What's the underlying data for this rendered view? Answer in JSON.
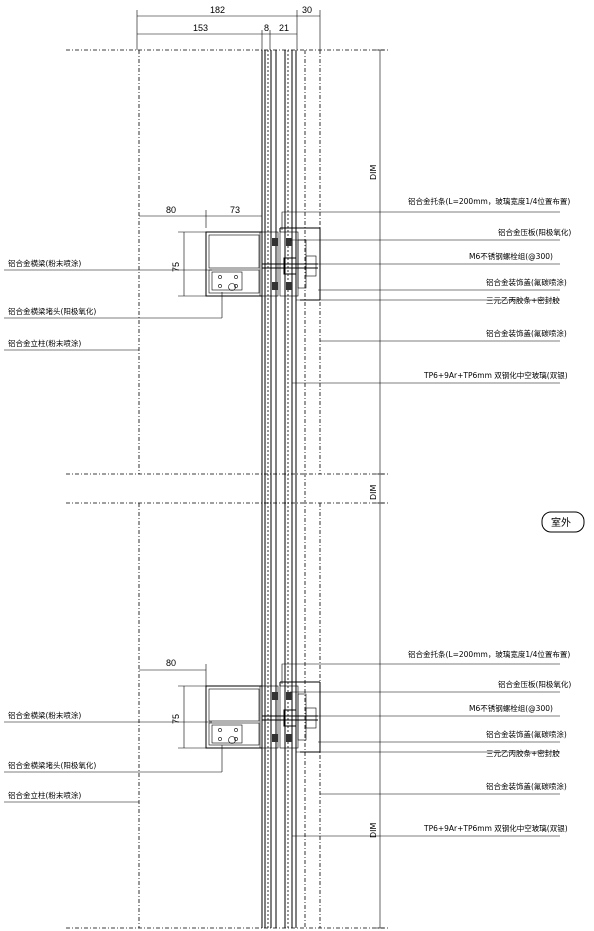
{
  "top_dims": {
    "overall": "182",
    "outer": "30",
    "d1": "153",
    "d2": "8",
    "d3": "21"
  },
  "outside_label": "室外",
  "dim_label": "DIM",
  "details": [
    {
      "dim_80": "80",
      "dim_73": "73",
      "dim_75": "75",
      "left_labels": [
        "铝合金横梁(粉末喷涂)",
        "铝合金横梁堵头(阳极氧化)",
        "铝合金立柱(粉末喷涂)"
      ],
      "right_labels": [
        "铝合金托条(L=200mm，玻璃宽度1/4位置布置)",
        "铝合金压板(阳极氧化)",
        "M6不锈钢螺栓组(@300)",
        "铝合金装饰盖(氟碳喷涂)",
        "三元乙丙胶条+密封胶",
        "铝合金装饰盖(氟碳喷涂)",
        "TP6+9Ar+TP6mm 双钢化中空玻璃(双银)"
      ]
    },
    {
      "dim_80": "80",
      "dim_75": "75",
      "left_labels": [
        "铝合金横梁(粉末喷涂)",
        "铝合金横梁堵头(阳极氧化)",
        "铝合金立柱(粉末喷涂)"
      ],
      "right_labels": [
        "铝合金托条(L=200mm，玻璃宽度1/4位置布置)",
        "铝合金压板(阳极氧化)",
        "M6不锈钢螺栓组(@300)",
        "铝合金装饰盖(氟碳喷涂)",
        "三元乙丙胶条+密封胶",
        "铝合金装饰盖(氟碳喷涂)",
        "TP6+9Ar+TP6mm 双钢化中空玻璃(双银)"
      ]
    }
  ]
}
